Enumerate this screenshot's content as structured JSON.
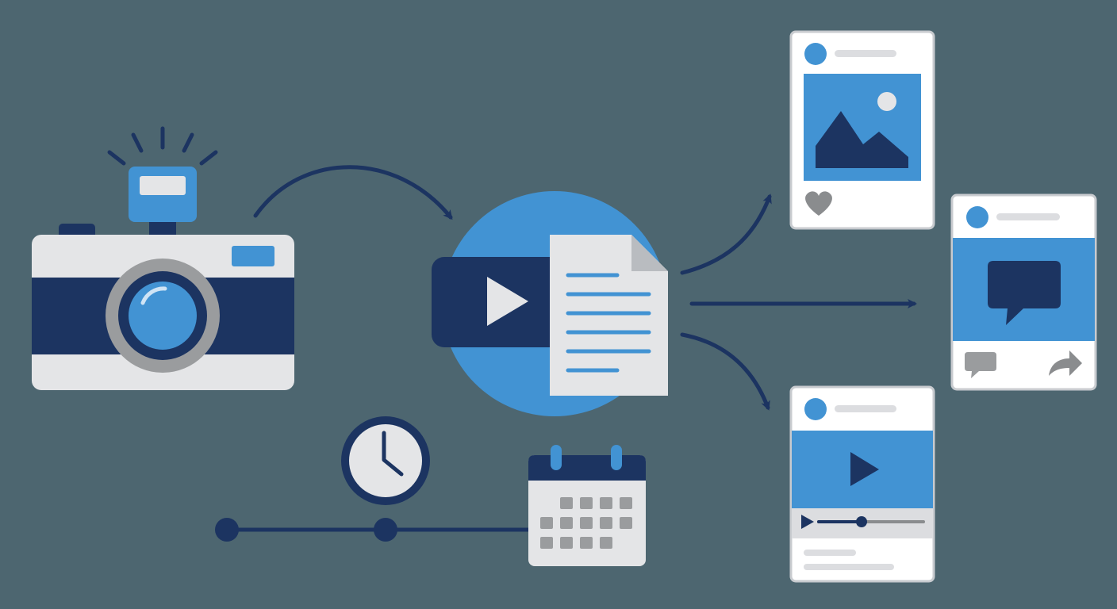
{
  "colors": {
    "background": "#4d6670",
    "navy": "#1c3461",
    "blue": "#4293d3",
    "light_gray": "#e4e5e7",
    "mid_gray": "#9a9c9e",
    "dark_gray": "#8a8c8e",
    "card_white": "#ffffff",
    "card_border": "#c8cbcf",
    "placeholder_line": "#dcdde0"
  },
  "source": {
    "icon": "camera-icon",
    "flash_icon": "flash-icon"
  },
  "hub": {
    "icons": [
      "video-player-icon",
      "document-icon"
    ]
  },
  "schedule": {
    "icons": [
      "clock-icon",
      "calendar-icon"
    ],
    "timeline_nodes": 2
  },
  "outputs": [
    {
      "kind": "image-post",
      "icons": [
        "avatar-icon",
        "mountain-image-icon",
        "heart-icon"
      ]
    },
    {
      "kind": "comment-post",
      "icons": [
        "avatar-icon",
        "speech-bubble-icon",
        "comment-icon",
        "share-icon"
      ]
    },
    {
      "kind": "video-post",
      "icons": [
        "avatar-icon",
        "play-icon",
        "playback-bar"
      ]
    }
  ]
}
